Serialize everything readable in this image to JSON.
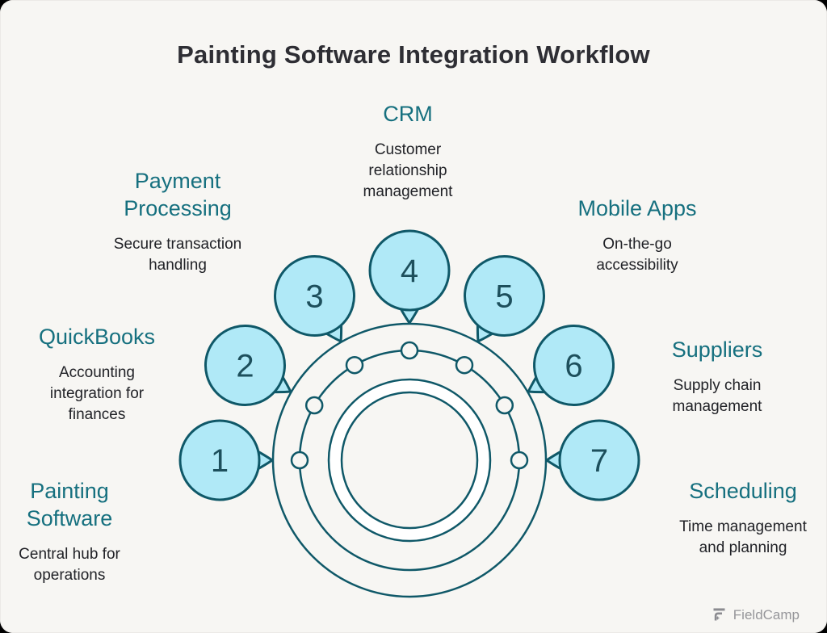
{
  "title": "Painting Software Integration Workflow",
  "brand": {
    "name": "FieldCamp"
  },
  "colors": {
    "card_background": "#f7f6f3",
    "outer_background": "#000000",
    "heading_teal": "#16707f",
    "diagram_stroke": "#0f5868",
    "bubble_fill": "#b0e9f7",
    "number_text": "#1d4f5c",
    "body_text": "#212227",
    "title_text": "#2e2e34",
    "brand_gray": "#96969a"
  },
  "steps": [
    {
      "number": "1",
      "label": "Painting Software",
      "label_lines": [
        "Painting",
        "Software"
      ],
      "description": "Central hub for operations",
      "description_lines": [
        "Central hub for",
        "operations"
      ]
    },
    {
      "number": "2",
      "label": "QuickBooks",
      "label_lines": [
        "QuickBooks"
      ],
      "description": "Accounting integration for finances",
      "description_lines": [
        "Accounting",
        "integration for",
        "finances"
      ]
    },
    {
      "number": "3",
      "label": "Payment Processing",
      "label_lines": [
        "Payment",
        "Processing"
      ],
      "description": "Secure transaction handling",
      "description_lines": [
        "Secure transaction",
        "handling"
      ]
    },
    {
      "number": "4",
      "label": "CRM",
      "label_lines": [
        "CRM"
      ],
      "description": "Customer relationship management",
      "description_lines": [
        "Customer",
        "relationship",
        "management"
      ]
    },
    {
      "number": "5",
      "label": "Mobile Apps",
      "label_lines": [
        "Mobile Apps"
      ],
      "description": "On-the-go accessibility",
      "description_lines": [
        "On-the-go",
        "accessibility"
      ]
    },
    {
      "number": "6",
      "label": "Suppliers",
      "label_lines": [
        "Suppliers"
      ],
      "description": "Supply chain management",
      "description_lines": [
        "Supply chain",
        "management"
      ]
    },
    {
      "number": "7",
      "label": "Scheduling",
      "label_lines": [
        "Scheduling"
      ],
      "description": "Time management and planning",
      "description_lines": [
        "Time management",
        "and planning"
      ]
    }
  ]
}
